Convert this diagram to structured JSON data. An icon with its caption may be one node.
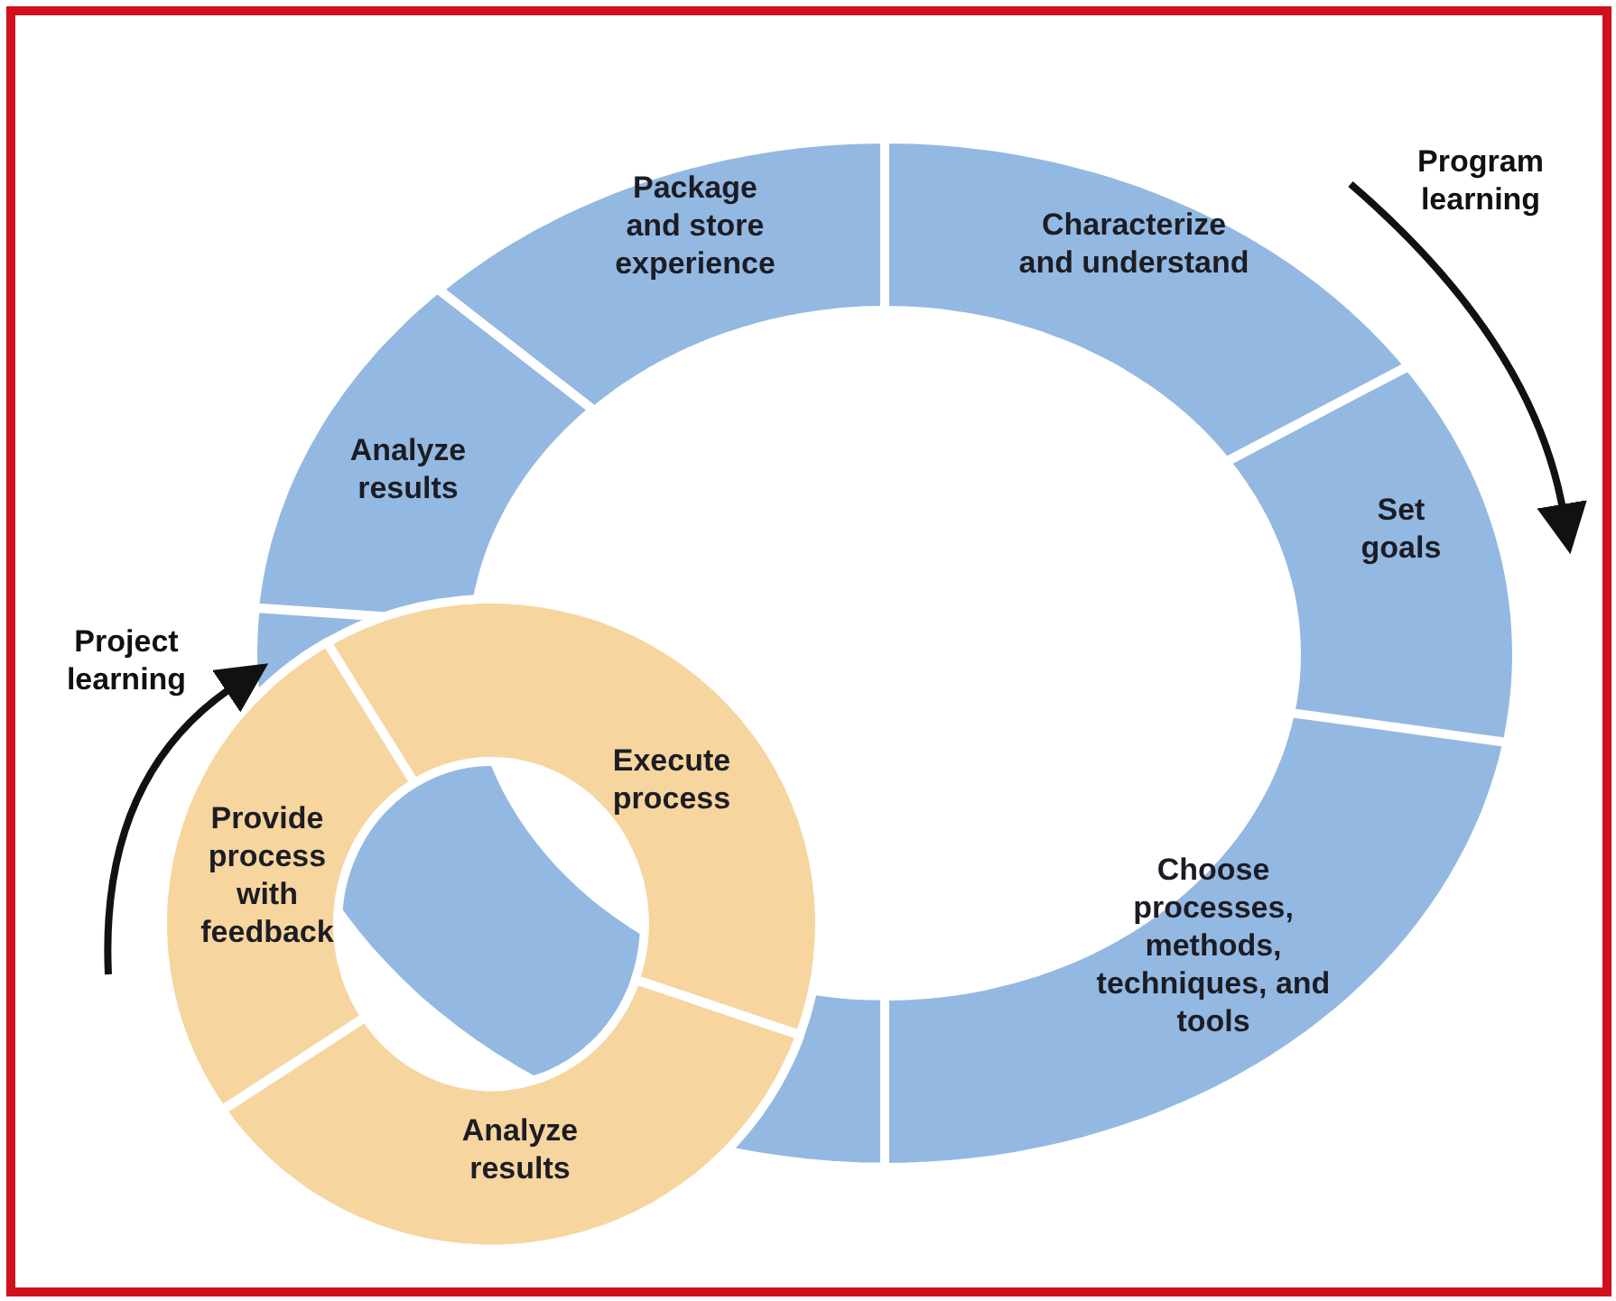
{
  "diagram": {
    "nodes": [
      {
        "text": [
          "Package and store experience"
        ]
      },
      {
        "text": [
          "Characterize and understand"
        ]
      },
      {
        "text": [
          "Set goals"
        ]
      },
      {
        "text": [
          "Analyze results"
        ]
      },
      {
        "text": [],
        "shape": "arc"
      },
      {
        "text": [
          "Execute process"
        ]
      },
      {
        "text": [
          "Provide process with feedback"
        ]
      },
      {
        "text": [
          "Choose processes, methods, techniques, and tools"
        ]
      },
      {
        "text": [
          "Analyze results"
        ]
      }
    ],
    "labels": [
      "Program learning",
      "Project learning"
    ]
  }
}
